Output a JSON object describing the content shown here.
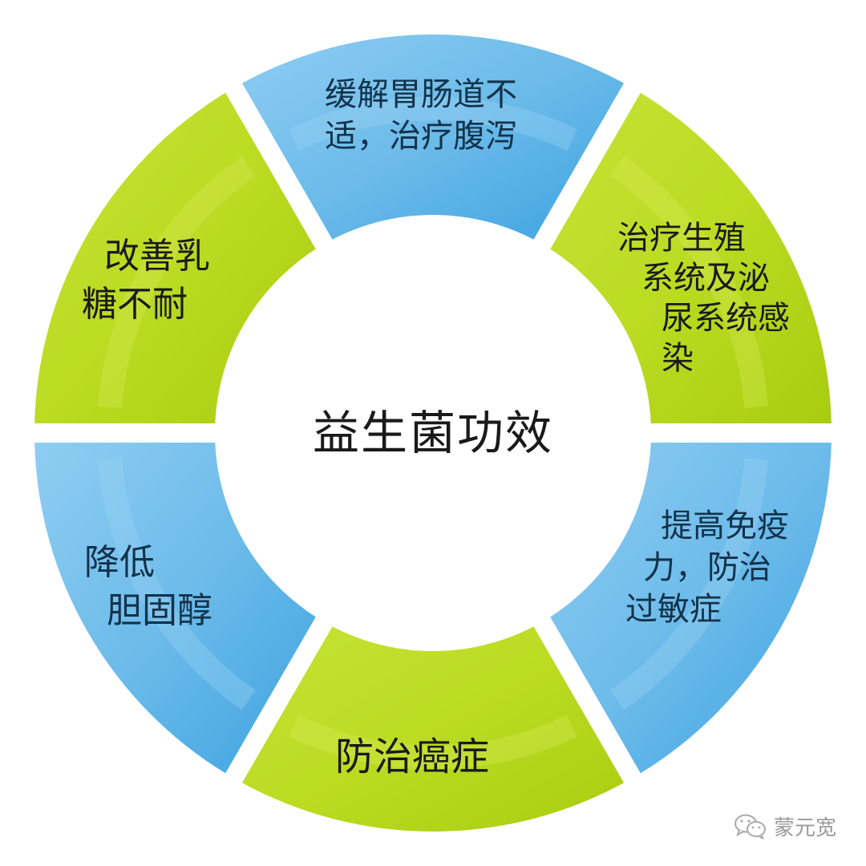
{
  "diagram": {
    "center_title": "益生菌功效",
    "colors": {
      "blue": "#5fb3e6",
      "blue_light": "#9fd4f4",
      "green": "#b8d820",
      "green_light": "#d6ec5a",
      "text_dark": "#1a1a1a",
      "background": "#ffffff"
    },
    "segments": [
      {
        "position": "top",
        "color": "blue",
        "lines": [
          "缓解胃肠道不",
          "适，治疗腹泻"
        ]
      },
      {
        "position": "upper-right",
        "color": "green",
        "lines": [
          "治疗生殖",
          "系统及泌",
          "尿系统感",
          "染"
        ]
      },
      {
        "position": "lower-right",
        "color": "blue",
        "lines": [
          "提高免疫",
          "力，防治",
          "过敏症"
        ]
      },
      {
        "position": "bottom",
        "color": "green",
        "lines": [
          "防治癌症"
        ]
      },
      {
        "position": "lower-left",
        "color": "blue",
        "lines": [
          "降低",
          "胆固醇"
        ]
      },
      {
        "position": "upper-left",
        "color": "green",
        "lines": [
          "改善乳",
          "糖不耐"
        ]
      }
    ]
  },
  "watermark": {
    "icon": "wechat-icon",
    "text": "蒙元宽"
  }
}
